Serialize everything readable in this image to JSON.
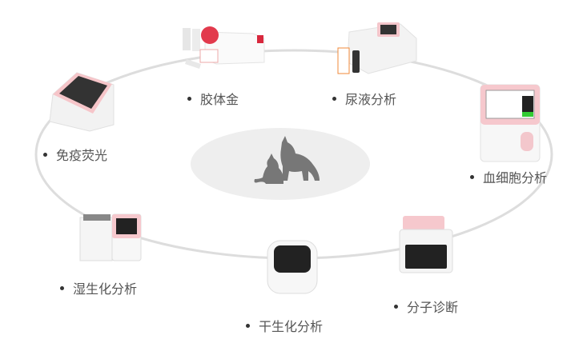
{
  "products": [
    {
      "id": "colloidal-gold",
      "label": "胶体金"
    },
    {
      "id": "urine",
      "label": "尿液分析"
    },
    {
      "id": "immunofluorescence",
      "label": "免疫荧光"
    },
    {
      "id": "hematology",
      "label": "血细胞分析"
    },
    {
      "id": "wet-biochem",
      "label": "湿生化分析"
    },
    {
      "id": "molecular",
      "label": "分子诊断"
    },
    {
      "id": "dry-biochem",
      "label": "干生化分析"
    }
  ],
  "colors": {
    "ring": "#dddddd",
    "center": "#eeeeee",
    "pets": "#777777",
    "accent": "#f2b8bf"
  }
}
